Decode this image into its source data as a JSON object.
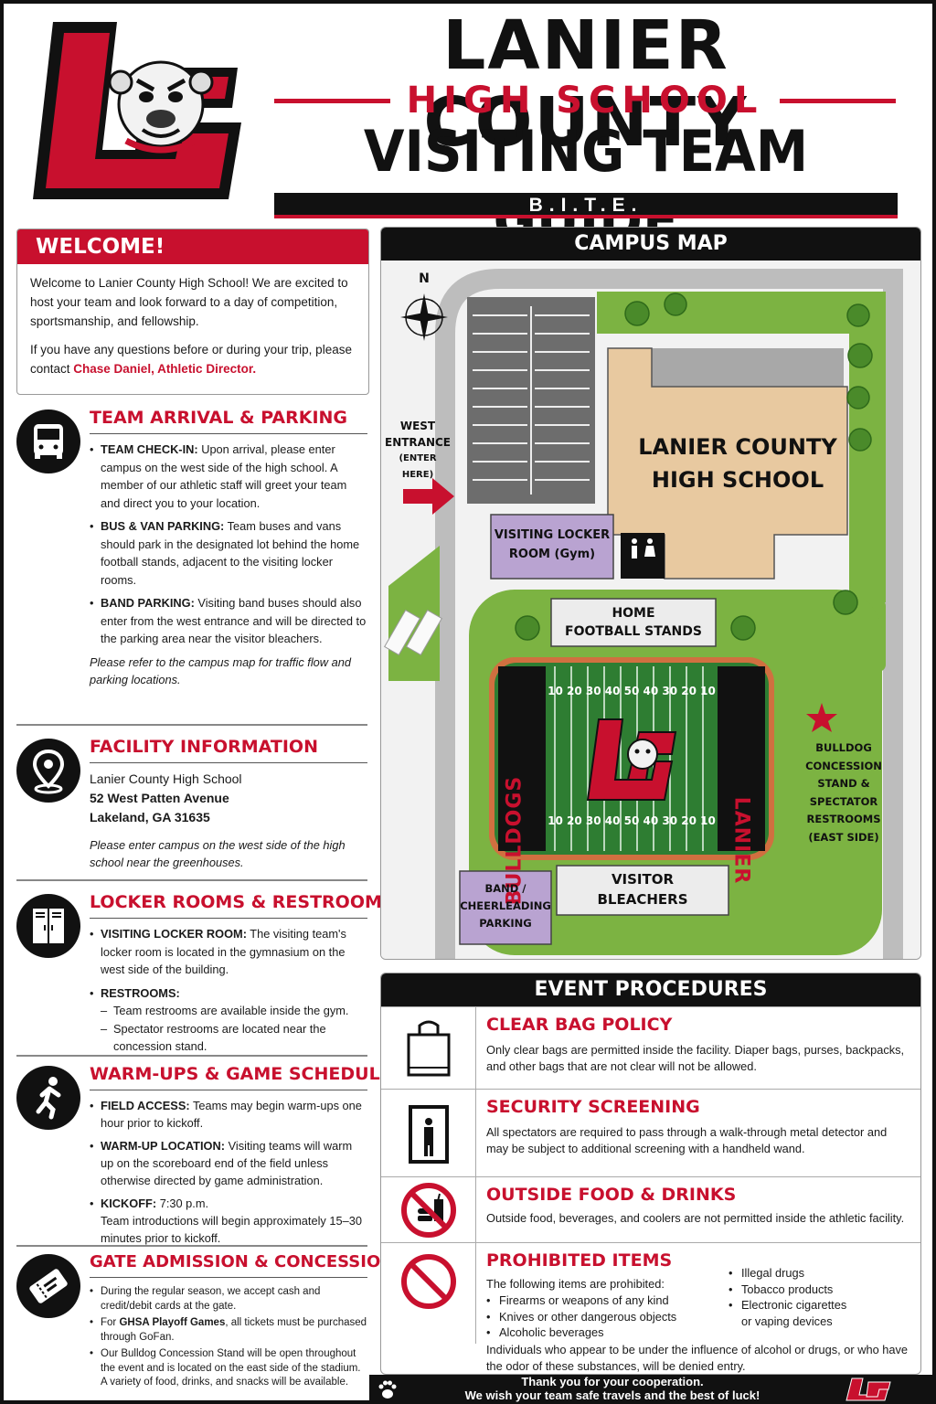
{
  "header": {
    "title_line1": "LANIER COUNTY",
    "title_line2": "HIGH SCHOOL",
    "title_line3": "VISITING TEAM GUIDE",
    "tagline": "B.I.T.E.",
    "logo_text": "LC"
  },
  "welcome": {
    "heading": "WELCOME!",
    "para1": "Welcome to Lanier County High School! We are excited to host your team and look forward to a day of competition, sportsmanship, and fellowship.",
    "para2_prefix": "If you have any questions before or during your trip, please contact ",
    "contact": "Chase Daniel, Athletic Director",
    "para2_suffix": "."
  },
  "arrival": {
    "icon": "bus-icon",
    "heading": "TEAM ARRIVAL & PARKING",
    "items": [
      {
        "label": "TEAM CHECK-IN:",
        "text": " Upon arrival, please enter campus on the west side of the high school. A member of our athletic staff will greet your team and direct you to your location."
      },
      {
        "label": "BUS & VAN PARKING:",
        "text": " Team buses and vans should park in the designated lot behind the home football stands, adjacent to the visiting locker rooms."
      },
      {
        "label": "BAND PARKING:",
        "text": " Visiting band buses should also enter from the west entrance and will be directed to the parking area near the visitor bleachers."
      }
    ],
    "note": "Please refer to the campus map for traffic flow and parking locations."
  },
  "facility": {
    "icon": "location-pin-icon",
    "heading": "FACILITY INFORMATION",
    "name": "Lanier County High School",
    "street": "52 West Patten Avenue",
    "city": "Lakeland, GA 31635",
    "note": "Please enter campus on the west side of the high school near the greenhouses."
  },
  "lockers": {
    "icon": "locker-icon",
    "heading": "LOCKER ROOMS & RESTROOMS",
    "item1_label": "VISITING LOCKER ROOM:",
    "item1_text": " The visiting team's locker room is located in the gymnasium on the west side of the building.",
    "item2_label": "RESTROOMS:",
    "sub1": "Team restrooms are available inside the gym.",
    "sub2": "Spectator restrooms are located near the concession stand."
  },
  "warmups": {
    "icon": "runner-icon",
    "heading": "WARM-UPS & GAME SCHEDULE",
    "items": [
      {
        "label": "FIELD ACCESS:",
        "text": " Teams may begin warm-ups one hour prior to kickoff."
      },
      {
        "label": "WARM-UP LOCATION:",
        "text": " Visiting teams will warm up on the scoreboard end of the field unless otherwise directed by game administration."
      }
    ],
    "kickoff_label": "KICKOFF:",
    "kickoff_time": " 7:30 p.m.",
    "kickoff_note": "Team introductions will begin approximately 15–30 minutes prior to kickoff."
  },
  "gate": {
    "icon": "ticket-icon",
    "heading": "GATE ADMISSION & CONCESSIONS",
    "item1": "During the regular season, we accept cash and credit/debit cards at the gate.",
    "item2_prefix": "For ",
    "item2_bold": "GHSA Playoff Games",
    "item2_suffix": ", all tickets must be purchased through GoFan.",
    "item3": "Our Bulldog Concession Stand will be open throughout the event and is located on the east side of the stadium. A variety of food, drinks, and snacks will be available."
  },
  "map": {
    "heading": "CAMPUS MAP",
    "compass": "N",
    "west_entrance_1": "WEST",
    "west_entrance_2": "ENTRANCE",
    "west_entrance_3": "(ENTER HERE)",
    "school_1": "LANIER COUNTY",
    "school_2": "HIGH SCHOOL",
    "locker_1": "VISITING LOCKER",
    "locker_2": "ROOM (Gym)",
    "home_1": "HOME",
    "home_2": "FOOTBALL STANDS",
    "endzone_left": "BULLDOGS",
    "endzone_right": "LANIER",
    "yard_top": "10 20 30 40 50 40 30 20 10",
    "yard_bottom": "10 20 30 40 50 40 30 20 10",
    "concession_1": "BULLDOG",
    "concession_2": "CONCESSION",
    "concession_3": "STAND &",
    "concession_4": "SPECTATOR",
    "concession_5": "RESTROOMS",
    "concession_6": "(EAST SIDE)",
    "band_1": "BAND /",
    "band_2": "CHEERLEADING",
    "band_3": "PARKING",
    "visitor_1": "VISITOR",
    "visitor_2": "BLEACHERS"
  },
  "events": {
    "heading": "EVENT PROCEDURES",
    "bag": {
      "icon": "clear-bag-icon",
      "title": "CLEAR BAG POLICY",
      "text": "Only clear bags are permitted inside the facility. Diaper bags, purses, backpacks, and other bags that are not clear will not be allowed."
    },
    "security": {
      "icon": "metal-detector-icon",
      "title": "SECURITY SCREENING",
      "text": "All spectators are required to pass through a walk-through metal detector and may be subject to additional screening with a handheld wand."
    },
    "food": {
      "icon": "no-food-icon",
      "title": "OUTSIDE FOOD & DRINKS",
      "text": "Outside food, beverages, and coolers are not permitted inside the athletic facility."
    },
    "prohibited": {
      "icon": "prohibited-icon",
      "title": "PROHIBITED ITEMS",
      "intro": "The following items are prohibited:",
      "col1": [
        "Firearms or weapons of any kind",
        "Knives or other dangerous objects",
        "Alcoholic beverages"
      ],
      "col2": [
        "Illegal drugs",
        "Tobacco products",
        "Electronic cigarettes"
      ],
      "col2_cont": "or vaping devices",
      "closing": "Individuals who appear to be under the influence of alcohol or drugs, or who have the odor of these substances, will be denied entry."
    }
  },
  "footer": {
    "line1": "Thank you for your cooperation.",
    "line2": "We wish your team safe travels and the best of luck!",
    "logo_text": "LC"
  },
  "colors": {
    "brand_red": "#c8102e",
    "black": "#111111",
    "field_green": "#2e7d32",
    "building": "#e8c9a0",
    "purple": "#b9a3d1"
  }
}
